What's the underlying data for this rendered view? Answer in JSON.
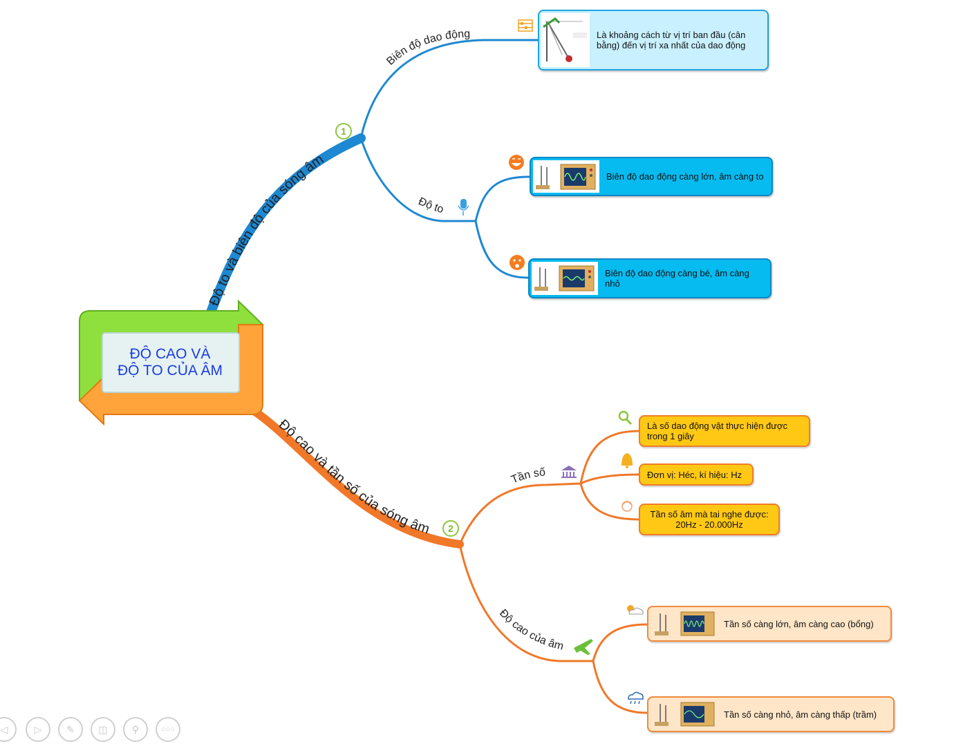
{
  "root": {
    "line1": "ĐỘ CAO VÀ",
    "line2": "ĐỘ TO CỦA ÂM"
  },
  "branches": [
    {
      "number": "1",
      "label": "Độ to và biên độ của sóng âm",
      "color": "#1e88d2",
      "subtopics": [
        {
          "label": "Biên độ dao động",
          "icon": "abacus-icon",
          "nodes": [
            {
              "text": "Là khoảng cách từ vị trí ban đầu (cân bằng) đến vị trí xa nhất của dao động",
              "icon": "pendulum-image"
            }
          ]
        },
        {
          "label": "Độ to",
          "icon": "microphone-icon",
          "nodes": [
            {
              "text": "Biên độ dao động càng lớn, âm càng to",
              "icon": "laughing-face-icon"
            },
            {
              "text": "Biên độ dao động càng bé, âm càng nhỏ",
              "icon": "surprised-face-icon"
            }
          ]
        }
      ]
    },
    {
      "number": "2",
      "label": "Độ cao và tần số của sóng âm",
      "color": "#f07828",
      "subtopics": [
        {
          "label": "Tần số",
          "icon": "bank-icon",
          "nodes": [
            {
              "text": "Là số dao động vật thực hiện được trong 1 giây",
              "icon": "magnifier-icon"
            },
            {
              "text": "Đơn vị: Héc, kí hiệu: Hz",
              "icon": "bell-icon"
            },
            {
              "text_line1": "Tần số âm mà tai nghe được:",
              "text_line2": "20Hz - 20.000Hz",
              "icon": "person-head-icon"
            }
          ]
        },
        {
          "label": "Độ cao của âm",
          "icon": "airplane-icon",
          "nodes": [
            {
              "text": "Tần số càng lớn, âm càng cao (bổng)",
              "icon": "sun-cloud-icon"
            },
            {
              "text": "Tần số càng nhỏ, âm càng thấp (trầm)",
              "icon": "rain-cloud-icon"
            }
          ]
        }
      ]
    }
  ],
  "controls": [
    "previous-icon",
    "play-icon",
    "pen-icon",
    "slides-icon",
    "zoom-icon",
    "more-icon"
  ]
}
